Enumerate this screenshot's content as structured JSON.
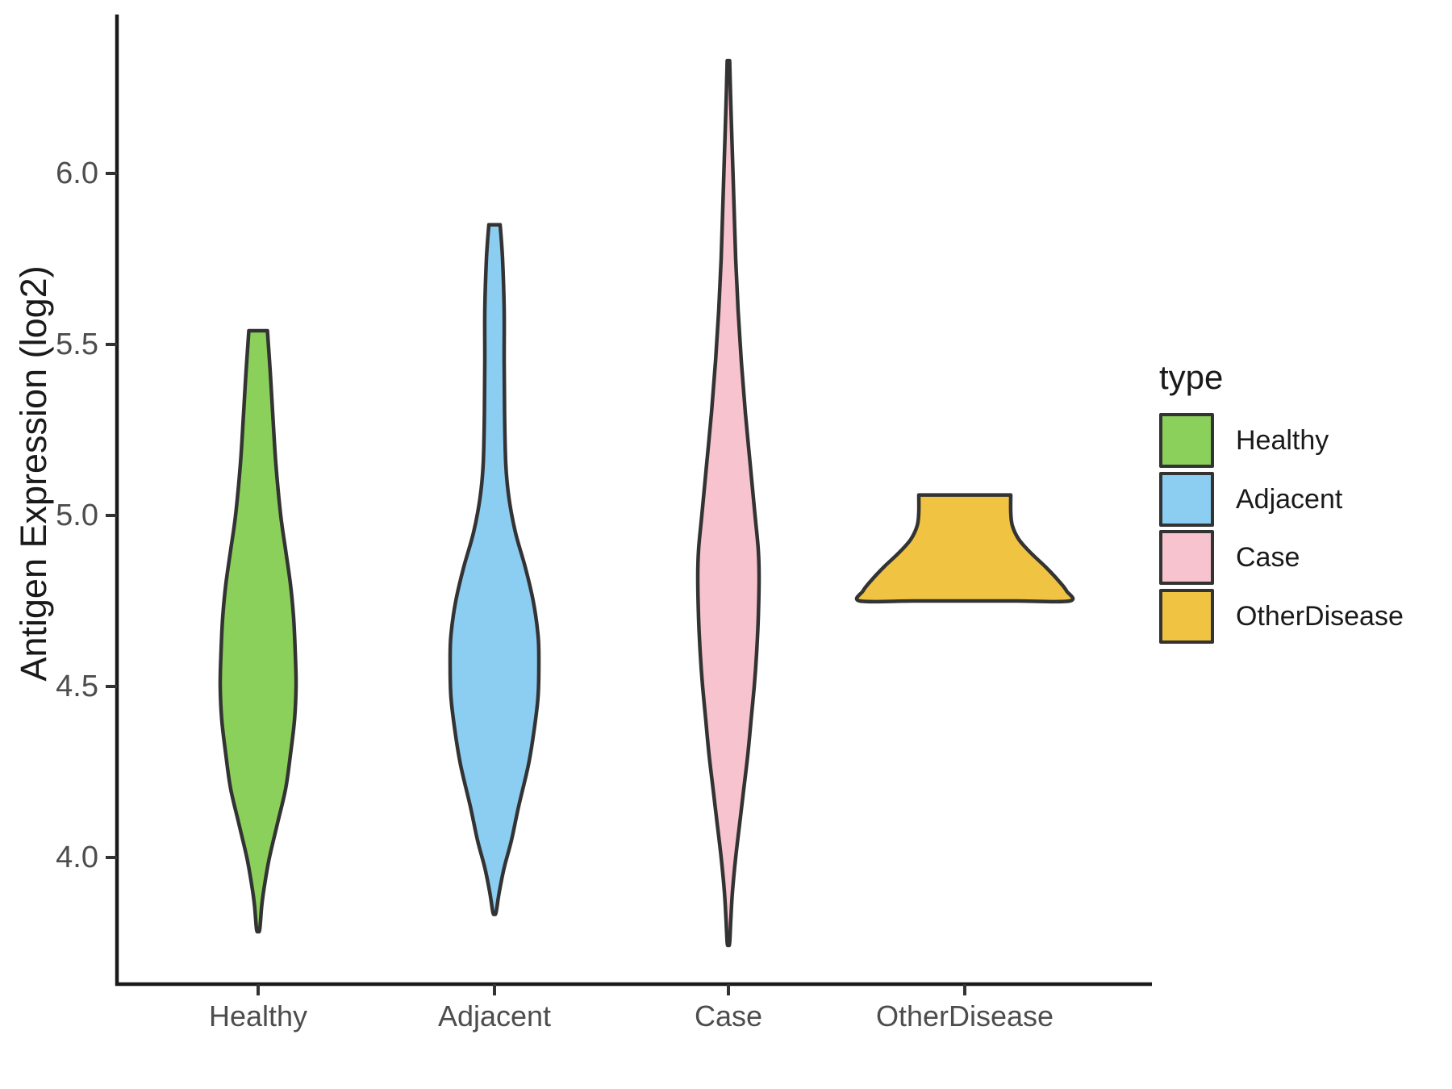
{
  "chart_data": {
    "type": "violin",
    "title": "",
    "xlabel": "",
    "ylabel": "Antigen Expression (log2)",
    "categories": [
      "Healthy",
      "Adjacent",
      "Case",
      "OtherDisease"
    ],
    "y_ticks": [
      "6.0",
      "5.5",
      "5.0",
      "4.5",
      "4.0"
    ],
    "y_tick_values": [
      6.0,
      5.5,
      5.0,
      4.5,
      4.0
    ],
    "ylim": [
      3.63,
      6.46
    ],
    "grid": "off",
    "legend": {
      "title": "type",
      "position": "right",
      "entries": [
        {
          "label": "Healthy",
          "color": "#8CD05C"
        },
        {
          "label": "Adjacent",
          "color": "#8CCDF2"
        },
        {
          "label": "Case",
          "color": "#F7C3CE"
        },
        {
          "label": "OtherDisease",
          "color": "#F0C442"
        }
      ]
    },
    "series": [
      {
        "name": "Healthy",
        "color": "#8CD05C",
        "value_range": [
          3.79,
          5.54
        ],
        "peak_density_at": 4.5,
        "bottom": "point",
        "profile": [
          [
            5.54,
            11.5
          ],
          [
            5.42,
            15
          ],
          [
            5.3,
            18
          ],
          [
            5.15,
            22
          ],
          [
            5.0,
            28
          ],
          [
            4.9,
            34
          ],
          [
            4.8,
            40
          ],
          [
            4.7,
            44
          ],
          [
            4.6,
            46
          ],
          [
            4.5,
            47
          ],
          [
            4.4,
            45
          ],
          [
            4.3,
            40
          ],
          [
            4.2,
            34
          ],
          [
            4.1,
            24
          ],
          [
            4.0,
            14
          ],
          [
            3.92,
            8
          ],
          [
            3.86,
            4.5
          ],
          [
            3.79,
            2
          ]
        ]
      },
      {
        "name": "Adjacent",
        "color": "#8CCDF2",
        "value_range": [
          3.84,
          5.85
        ],
        "peak_density_at": 4.57,
        "bottom": "point",
        "profile": [
          [
            5.85,
            7
          ],
          [
            5.75,
            10
          ],
          [
            5.6,
            12
          ],
          [
            5.45,
            12
          ],
          [
            5.3,
            12.5
          ],
          [
            5.15,
            14
          ],
          [
            5.05,
            18
          ],
          [
            4.95,
            26
          ],
          [
            4.85,
            38
          ],
          [
            4.75,
            48
          ],
          [
            4.65,
            54
          ],
          [
            4.57,
            55
          ],
          [
            4.47,
            54
          ],
          [
            4.37,
            49
          ],
          [
            4.27,
            42
          ],
          [
            4.15,
            30
          ],
          [
            4.05,
            21
          ],
          [
            3.97,
            12
          ],
          [
            3.9,
            6
          ],
          [
            3.84,
            2
          ]
        ]
      },
      {
        "name": "Case",
        "color": "#F7C3CE",
        "value_range": [
          3.75,
          6.33
        ],
        "peak_density_at": 4.85,
        "bottom": "point",
        "profile": [
          [
            6.33,
            1.5
          ],
          [
            6.2,
            3
          ],
          [
            6.05,
            5
          ],
          [
            5.9,
            7
          ],
          [
            5.75,
            9
          ],
          [
            5.6,
            12
          ],
          [
            5.45,
            16
          ],
          [
            5.3,
            21
          ],
          [
            5.15,
            27
          ],
          [
            5.0,
            33
          ],
          [
            4.9,
            37
          ],
          [
            4.82,
            38
          ],
          [
            4.7,
            37
          ],
          [
            4.6,
            35
          ],
          [
            4.5,
            32
          ],
          [
            4.4,
            28
          ],
          [
            4.3,
            24
          ],
          [
            4.2,
            19
          ],
          [
            4.1,
            14
          ],
          [
            4.0,
            9
          ],
          [
            3.9,
            5
          ],
          [
            3.82,
            3
          ],
          [
            3.75,
            1.5
          ]
        ]
      },
      {
        "name": "OtherDisease",
        "color": "#F0C442",
        "value_range": [
          4.75,
          5.06
        ],
        "peak_density_at": 4.75,
        "bottom": "flat",
        "profile": [
          [
            5.06,
            57
          ],
          [
            5.01,
            57
          ],
          [
            4.97,
            59
          ],
          [
            4.93,
            67
          ],
          [
            4.89,
            82
          ],
          [
            4.85,
            100
          ],
          [
            4.81,
            116
          ],
          [
            4.78,
            126
          ],
          [
            4.75,
            130
          ]
        ]
      }
    ],
    "style": {
      "outline_color": "#333333",
      "axis_color": "#1a1a1a",
      "tick_label_color": "#4d4d4d",
      "background": "#FFFFFF"
    }
  }
}
